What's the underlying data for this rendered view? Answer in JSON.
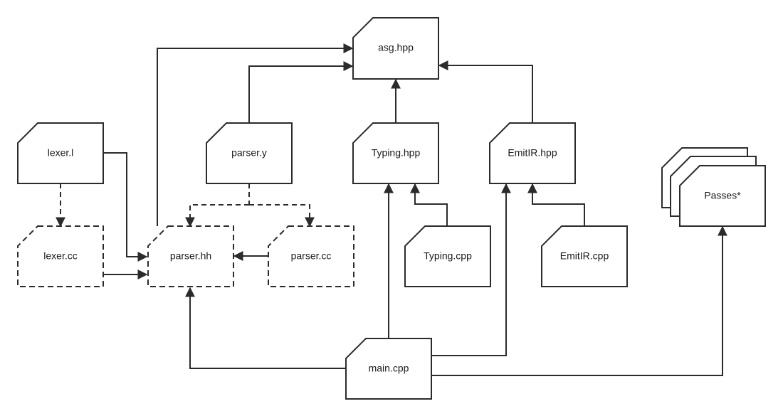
{
  "diagram": {
    "nodes": {
      "asg_hpp": "asg.hpp",
      "lexer_l": "lexer.l",
      "parser_y": "parser.y",
      "typing_hpp": "Typing.hpp",
      "emitir_hpp": "EmitIR.hpp",
      "passes": "Passes*",
      "lexer_cc": "lexer.cc",
      "parser_hh": "parser.hh",
      "parser_cc": "parser.cc",
      "typing_cpp": "Typing.cpp",
      "emitir_cpp": "EmitIR.cpp",
      "main_cpp": "main.cpp"
    },
    "colors": {
      "stroke": "#2b2b2b",
      "fill": "#ffffff",
      "text": "#1a1a1a"
    }
  }
}
